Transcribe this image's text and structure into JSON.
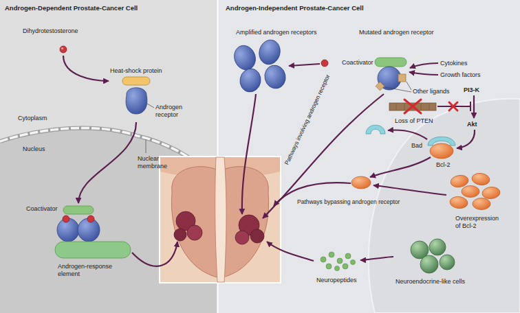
{
  "diagram": {
    "nodes": [
      {
        "text": [
          "Androgen-Dependent Prostate-Cancer Cell"
        ]
      },
      {
        "text": [
          "Androgen-Independent Prostate-Cancer Cell"
        ]
      },
      {
        "text": [
          "Dihydrotestosterone"
        ],
        "in": 0
      },
      {
        "text": [
          "Heat-shock protein",
          "Androgen receptor"
        ],
        "in": 0
      },
      {
        "text": [
          "Coactivator",
          "Androgen-response element"
        ],
        "in": 0
      },
      {
        "text": [
          "Amplified androgen receptors"
        ],
        "in": 1
      },
      {
        "text": [
          "Mutated androgen receptor",
          "Coactivator",
          "Other ligands"
        ],
        "in": 1
      },
      {
        "text": [
          "Loss of PTEN"
        ],
        "in": 1
      },
      {
        "text": [
          "Bad",
          "Bcl-2"
        ],
        "in": 1
      },
      {
        "text": [
          "Overexpression of Bcl-2"
        ],
        "in": 1
      },
      {
        "text": [
          "Neuroendocrine-like cells"
        ],
        "in": 1
      },
      {
        "text": [
          "Neuropeptides"
        ],
        "in": 1
      }
    ],
    "edges": [
      {
        "from": 2,
        "to": 3,
        "arrow": "to"
      },
      {
        "from": 3,
        "to": 4,
        "arrow": "to"
      },
      {
        "from": 10,
        "to": 11,
        "arrow": "to"
      }
    ],
    "labels": [
      "Cytoplasm",
      "Nucleus",
      "Nuclear membrane",
      "Cytokines",
      "Growth factors",
      "Pathways involving androgen receptor",
      "PI3-K",
      "Akt",
      "Pathways bypassing androgen receptor"
    ]
  }
}
